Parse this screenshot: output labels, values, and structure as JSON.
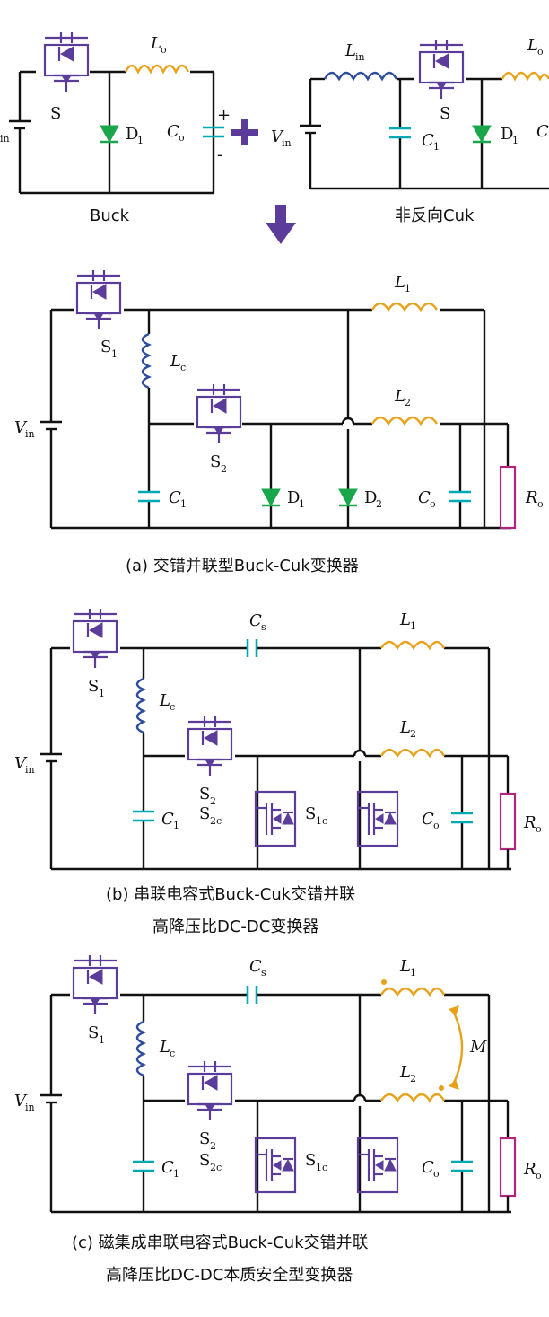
{
  "panels": {
    "buck_name": "Buck",
    "cuk_name": "非反向Cuk",
    "a_caption": "(a) 交错并联型Buck-Cuk变换器",
    "b_caption_1": "(b) 串联电容式Buck-Cuk交错并联",
    "b_caption_2": "高降压比DC-DC变换器",
    "c_caption_1": "(c) 磁集成串联电容式Buck-Cuk交错并联",
    "c_caption_2": "高降压比DC-DC本质安全型变换器"
  },
  "labels": {
    "Vin": "V",
    "Vin_sub": "in",
    "S": "S",
    "S1_sub": "1",
    "S2_sub": "2",
    "S2c_sub": "2c",
    "S1c_sub": "1c",
    "Lo": "L",
    "Lo_sub": "o",
    "Lin": "L",
    "Lin_sub": "in",
    "Lc": "L",
    "Lc_sub": "c",
    "L1": "L",
    "L1_sub": "1",
    "L2": "L",
    "L2_sub": "2",
    "D": "D",
    "D1_sub": "1",
    "D2_sub": "2",
    "C": "C",
    "C1_sub": "1",
    "Co_sub": "o",
    "Cs_sub": "s",
    "R": "R",
    "Ro_sub": "o",
    "M": "M",
    "plus": "+",
    "minus": "-"
  },
  "colors": {
    "switch": "#5b3c9a",
    "capacitor": "#00a9b5",
    "inductor": "#e8a21a",
    "input_inductor": "#2e4d9c",
    "diode": "#1aa64a",
    "resistor": "#b0267f"
  }
}
